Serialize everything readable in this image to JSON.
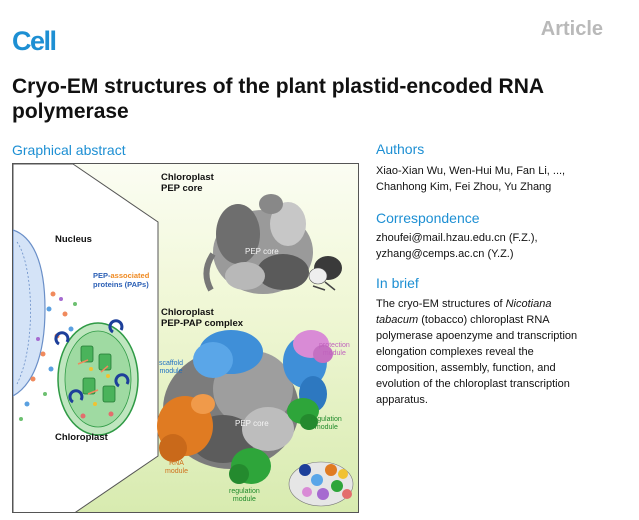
{
  "header": {
    "journal": "Cell",
    "article_type": "Article"
  },
  "title": "Cryo-EM structures of the plant plastid-encoded RNA polymerase",
  "graphical_abstract": {
    "heading": "Graphical abstract",
    "labels": {
      "nucleus": "Nucleus",
      "paps_line1_a": "PEP-",
      "paps_line1_b": "associated",
      "paps_line2": "proteins (PAPs)",
      "chloroplast": "Chloroplast",
      "pep_core_title_1": "Chloroplast",
      "pep_core_title_2": "PEP core",
      "pep_pap_title_1": "Chloroplast",
      "pep_pap_title_2": "PEP-PAP complex",
      "pep_core_watermark_1": "PEP core",
      "pep_core_watermark_2": "PEP core",
      "scaffold_1": "scaffold",
      "scaffold_2": "module",
      "protection_1": "protection",
      "protection_2": "module",
      "regulation_a_1": "regulation",
      "regulation_a_2": "module",
      "rna_1": "RNA",
      "rna_2": "module",
      "regulation_b_1": "regulation",
      "regulation_b_2": "module"
    },
    "colors": {
      "scaffold": "#3f8fd8",
      "protection": "#d98bd6",
      "regulation": "#2ea53a",
      "rna": "#e07b22",
      "core": "#7a7a7a"
    }
  },
  "authors": {
    "heading": "Authors",
    "line1": "Xiao-Xian Wu, Wen-Hui Mu, Fan Li, ...,",
    "line2": "Chanhong Kim, Fei Zhou, Yu Zhang"
  },
  "correspondence": {
    "heading": "Correspondence",
    "line1": "zhoufei@mail.hzau.edu.cn (F.Z.),",
    "line2": "yzhang@cemps.ac.cn (Y.Z.)"
  },
  "in_brief": {
    "heading": "In brief",
    "line1_a": "The cryo-EM structures of ",
    "line1_b": "Nicotiana",
    "line2_a": "tabacum",
    "line2_b": " (tobacco) chloroplast RNA",
    "line3": "polymerase apoenzyme and transcription",
    "line4": "elongation complexes reveal the",
    "line5": "composition, assembly, function, and",
    "line6": "evolution of the chloroplast transcription",
    "line7": "apparatus."
  }
}
